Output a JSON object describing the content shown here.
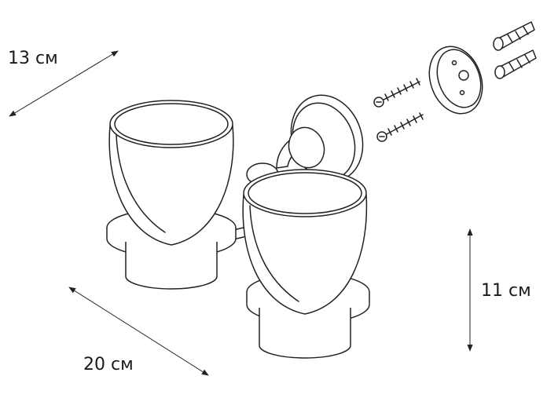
{
  "dimensions": {
    "depth_label": "13 см",
    "width_label": "20 см",
    "height_label": "11 см"
  },
  "colors": {
    "line": "#222222",
    "background": "#ffffff"
  }
}
